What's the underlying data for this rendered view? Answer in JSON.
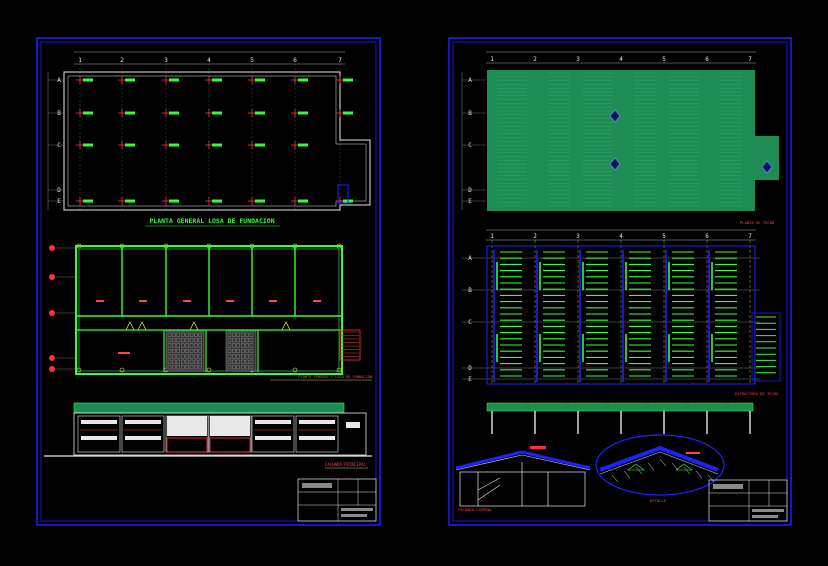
{
  "colors": {
    "background": "#000000",
    "frame": "#2020ff",
    "wall": "#33ff33",
    "axis": "#e8e8e8",
    "column": "#ff3333",
    "label_red": "#ff4444",
    "label_yellow": "#ffff33",
    "roof": "#1e8c55"
  },
  "sheet1": {
    "plan_title": "PLANTA GENERAL LOSA DE FUNDACION",
    "axis_numbers": [
      "1",
      "2",
      "3",
      "4",
      "5",
      "6",
      "7"
    ],
    "axis_letters": [
      "A",
      "B",
      "C",
      "D",
      "E"
    ],
    "floor_plan_caption": "PLANTA GENERAL + LOSA DE FUNDACION",
    "elevation_caption": "FACHADA PRINCIPAL"
  },
  "sheet2": {
    "axis_numbers": [
      "1",
      "2",
      "3",
      "4",
      "5",
      "6",
      "7"
    ],
    "axis_letters": [
      "A",
      "B",
      "C",
      "D",
      "E"
    ],
    "roof_plan_caption": "PLANTA DE TECHO",
    "structure_caption": "ESTRUCTURA DE TECHO",
    "section_caption": "FACHADA LATERAL",
    "detail_caption": "DETALLE"
  }
}
